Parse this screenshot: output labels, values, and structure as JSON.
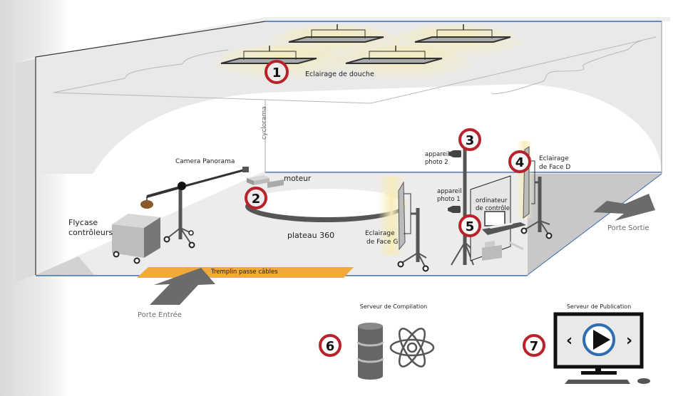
{
  "title": "Studio photo 360 – plan d'installation",
  "colors": {
    "badge_ring": "#b8222a",
    "light_glow": "#f6ecb8",
    "ramp": "#f2a93b",
    "wall_edge": "#3a6aa8",
    "arrow": "#6b6b6b",
    "play_ring": "#2f6eb0"
  },
  "items": [
    {
      "number": "1",
      "label": "Eclairage de douche"
    },
    {
      "number": "2",
      "label": "plateau 360",
      "extra_label": "moteur"
    },
    {
      "number": "3",
      "label_line1": "appareil",
      "label_line2": "photo 2",
      "label2_line1": "appareil",
      "label2_line2": "photo 1"
    },
    {
      "number": "4",
      "label_line1": "Eclairage",
      "label_line2": "de Face D"
    },
    {
      "number": "5",
      "label_line1": "ordinateur",
      "label_line2": "de contrôle"
    },
    {
      "number": "6",
      "label": "Serveur de Compilation"
    },
    {
      "number": "7",
      "label": "Serveur de Publication"
    }
  ],
  "labels": {
    "cyclorama": "cyclorama",
    "camera_panorama": "Camera Panorama",
    "flycase_line1": "Flycase",
    "flycase_line2": "contrôleurs",
    "face_g_line1": "Eclairage",
    "face_g_line2": "de Face G",
    "tremplin": "Tremplin passe câbles",
    "porte_entree": "Porte Entrée",
    "porte_sortie": "Porte Sortie"
  },
  "icons": {
    "database": "database-icon",
    "atom": "atom-icon",
    "monitor": "monitor-play-icon",
    "chevron_left": "‹",
    "chevron_right": "›"
  }
}
